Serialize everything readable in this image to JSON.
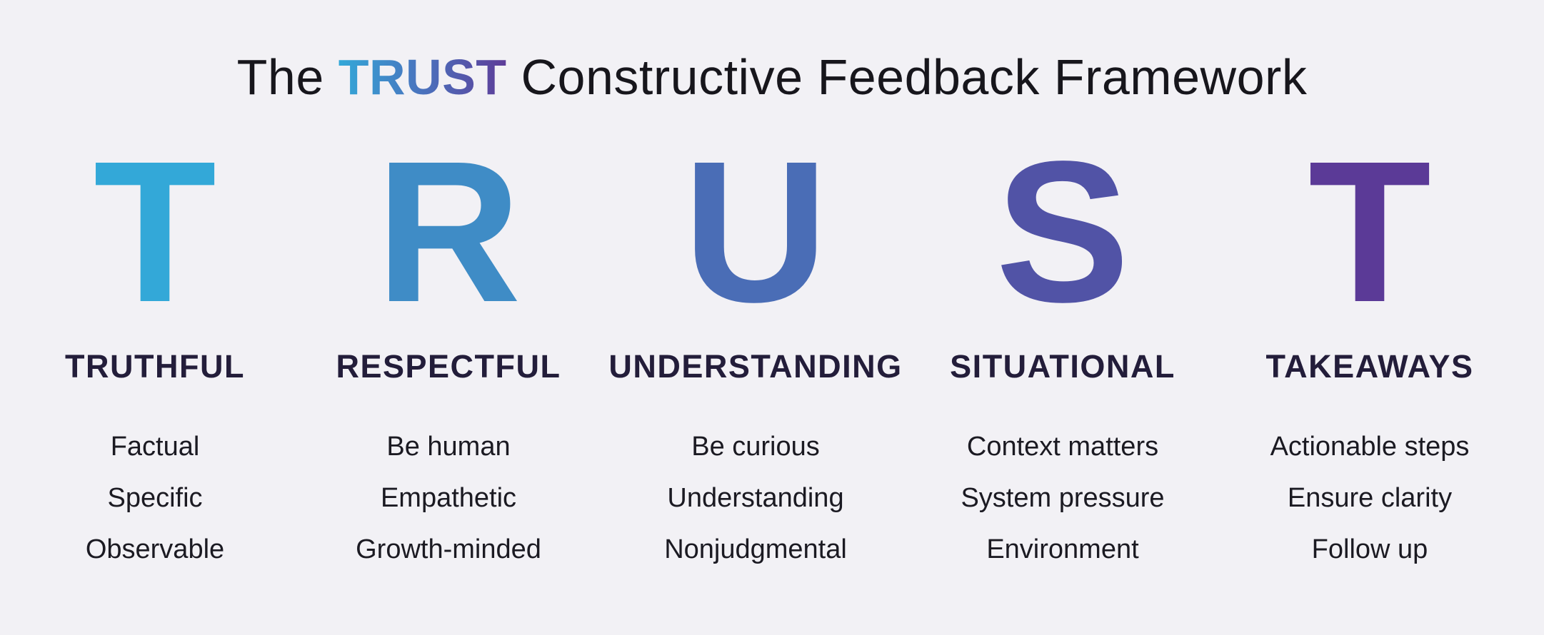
{
  "title": {
    "prefix": "The",
    "accent": "TRUST",
    "suffix": "Constructive Feedback Framework"
  },
  "colors": {
    "background": "#f2f1f5",
    "gradient_start": "#33a8d8",
    "gradient_end": "#5e3c98",
    "heading_text": "#231d3a"
  },
  "pillars": [
    {
      "letter": "T",
      "color": "#33a8d8",
      "heading": "TRUTHFUL",
      "items": [
        "Factual",
        "Specific",
        "Observable"
      ]
    },
    {
      "letter": "R",
      "color": "#3f8cc6",
      "heading": "RESPECTFUL",
      "items": [
        "Be human",
        "Empathetic",
        "Growth-minded"
      ]
    },
    {
      "letter": "U",
      "color": "#4a6db6",
      "heading": "UNDERSTANDING",
      "items": [
        "Be curious",
        "Understanding",
        "Nonjudgmental"
      ]
    },
    {
      "letter": "S",
      "color": "#5153a6",
      "heading": "SITUATIONAL",
      "items": [
        "Context matters",
        "System pressure",
        "Environment"
      ]
    },
    {
      "letter": "T",
      "color": "#5b3a97",
      "heading": "TAKEAWAYS",
      "items": [
        "Actionable steps",
        "Ensure clarity",
        "Follow up"
      ]
    }
  ]
}
